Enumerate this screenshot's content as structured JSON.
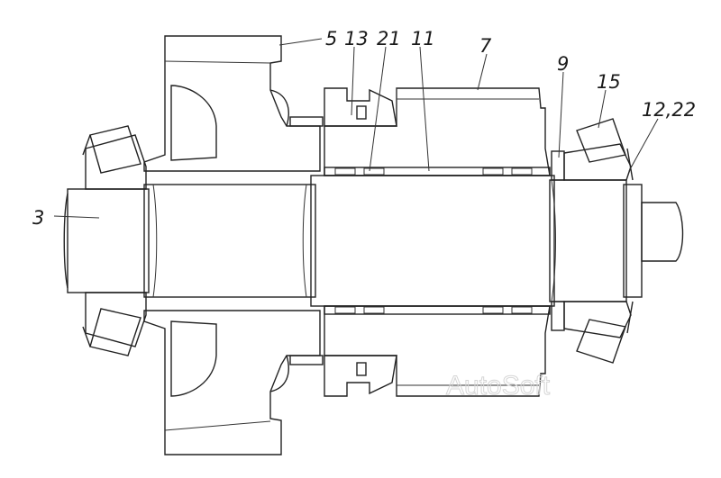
{
  "callouts": [
    {
      "id": "c3",
      "text": "3"
    },
    {
      "id": "c5",
      "text": "5"
    },
    {
      "id": "c13",
      "text": "13"
    },
    {
      "id": "c21",
      "text": "21"
    },
    {
      "id": "c11",
      "text": "11"
    },
    {
      "id": "c7",
      "text": "7"
    },
    {
      "id": "c9",
      "text": "9"
    },
    {
      "id": "c15",
      "text": "15"
    },
    {
      "id": "c1222",
      "text": "12,22"
    }
  ],
  "watermark": "AutoSoft",
  "colors": {
    "ink": "#222222",
    "hatch": "#3a3a3a",
    "paper": "#ffffff",
    "watermark": "#d6d6d6"
  }
}
